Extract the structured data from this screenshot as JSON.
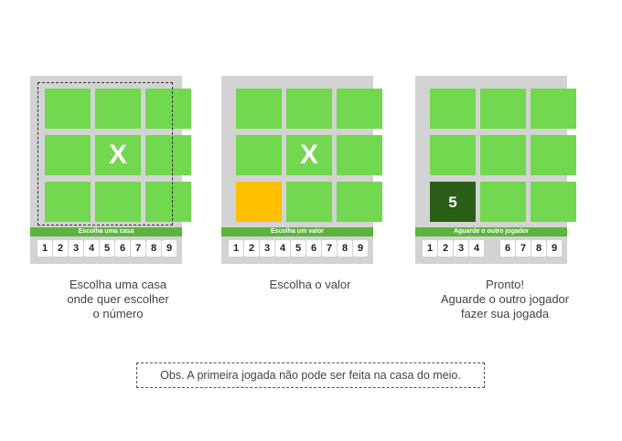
{
  "colors": {
    "cell": "#71d84f",
    "highlight": "#ffc000",
    "filled": "#2a5e16",
    "status_bar": "#5bb53d",
    "panel": "#d3d3d3"
  },
  "panels": [
    {
      "cells": [
        "",
        "",
        "",
        "",
        "X",
        "",
        "",
        "",
        ""
      ],
      "status": "Escolha uma casa",
      "numbers": [
        "1",
        "2",
        "3",
        "4",
        "5",
        "6",
        "7",
        "8",
        "9"
      ],
      "caption": [
        "Escolha uma casa",
        "onde quer escolher",
        "o número"
      ]
    },
    {
      "cells": [
        "",
        "",
        "",
        "",
        "X",
        "",
        "",
        "",
        ""
      ],
      "status": "Escolha um valor",
      "numbers": [
        "1",
        "2",
        "3",
        "4",
        "5",
        "6",
        "7",
        "8",
        "9"
      ],
      "caption": [
        "Escolha o valor"
      ]
    },
    {
      "cells": [
        "",
        "",
        "",
        "",
        "",
        "",
        "5",
        "",
        ""
      ],
      "status": "Aguarde o outro jogador",
      "numbers": [
        "1",
        "2",
        "3",
        "4",
        "",
        "6",
        "7",
        "8",
        "9"
      ],
      "caption": [
        "Pronto!",
        "Aguarde o outro jogador",
        "fazer sua jogada"
      ]
    }
  ],
  "note": "Obs. A primeira jogada não pode ser feita na casa do meio."
}
